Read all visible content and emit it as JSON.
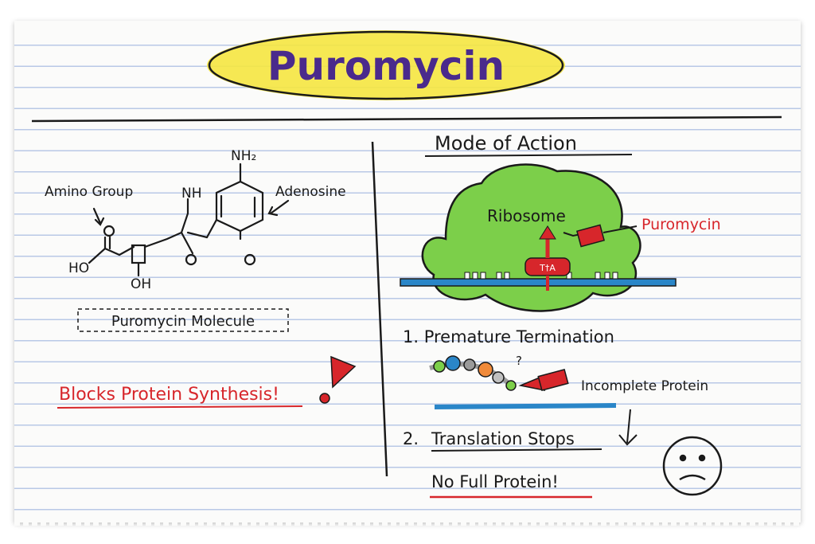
{
  "title": "Puromycin",
  "left": {
    "labels": {
      "amino_group": "Amino Group",
      "adenosine": "Adenosine",
      "nh2": "NH₂",
      "nh": "NH",
      "ho": "HO",
      "oh": "OH",
      "o1": "O",
      "o2": "O",
      "o3": "O"
    },
    "molecule_label": "Puromycin Molecule",
    "warning": "Blocks Protein Synthesis!"
  },
  "right": {
    "heading": "Mode of Action",
    "ribosome_label": "Ribosome",
    "puromycin_label": "Puromycin",
    "trna_label": "T†A",
    "step1": "1. Premature Termination",
    "incomplete": "Incomplete Protein",
    "step2_num": "2.",
    "step2": "Translation Stops",
    "result": "No Full Protein!"
  },
  "colors": {
    "ink": "#1a1a1a",
    "title_purple": "#4a2a8c",
    "highlight_yellow": "#f5e640",
    "ribosome_green": "#7ccf4a",
    "warning_red": "#d7262b",
    "mrna_blue": "#2a86c8"
  }
}
